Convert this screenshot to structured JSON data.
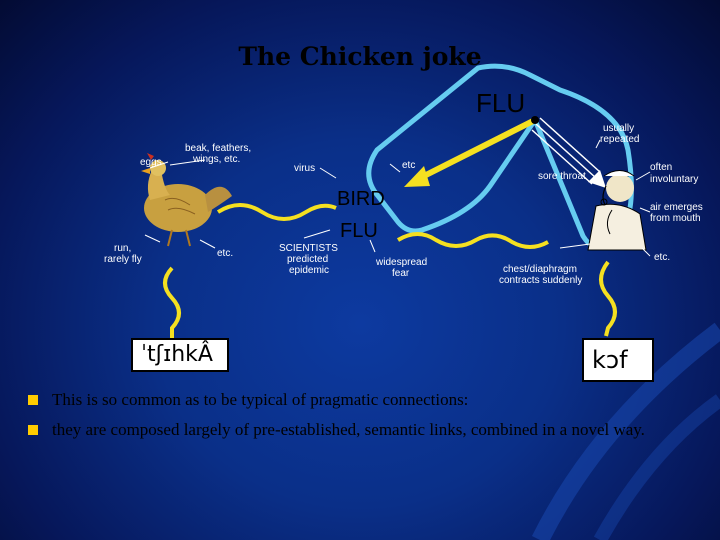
{
  "title": "The Chicken joke",
  "flu_top": "FLU",
  "bird": "BIRD",
  "bird_flu": "FLU",
  "left_labels": {
    "eggs": "eggs",
    "beak1": "beak, feathers,",
    "beak2": "wings, etc.",
    "run1": "run,",
    "run2": "rarely fly",
    "etc": "etc."
  },
  "center_labels": {
    "virus": "virus",
    "etc": "etc",
    "sci1": "SCIENTISTS",
    "sci2": "predicted",
    "sci3": "epidemic",
    "fear1": "widespread",
    "fear2": "fear"
  },
  "right_labels": {
    "usually1": "usually",
    "usually2": "repeated",
    "sore": "sore throat",
    "often1": "often",
    "often2": "involuntary",
    "air1": "air emerges",
    "air2": "from mouth",
    "etc": "etc.",
    "chest1": "chest/diaphragm",
    "chest2": "contracts suddenly"
  },
  "phonetic_left": "ˈtʃɪhkÂ",
  "phonetic_right": "kɔf",
  "bullets": [
    "This is so common as to be typical of pragmatic connections:",
    "they are composed largely of pre-established, semantic links, combined in a novel way."
  ],
  "colors": {
    "arrow": "#f5e020",
    "loop": "#66ccf0",
    "bullet": "#ffcc00"
  }
}
